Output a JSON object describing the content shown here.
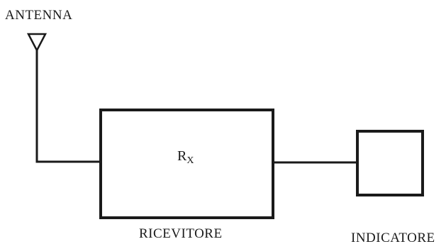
{
  "antenna": {
    "label": "ANTENNA"
  },
  "receiver": {
    "symbol_main": "R",
    "symbol_sub": "X",
    "label": "RICEVITORE"
  },
  "indicator": {
    "label": "INDICATORE"
  },
  "colors": {
    "ink": "#1a1a1a",
    "background": "#ffffff"
  }
}
